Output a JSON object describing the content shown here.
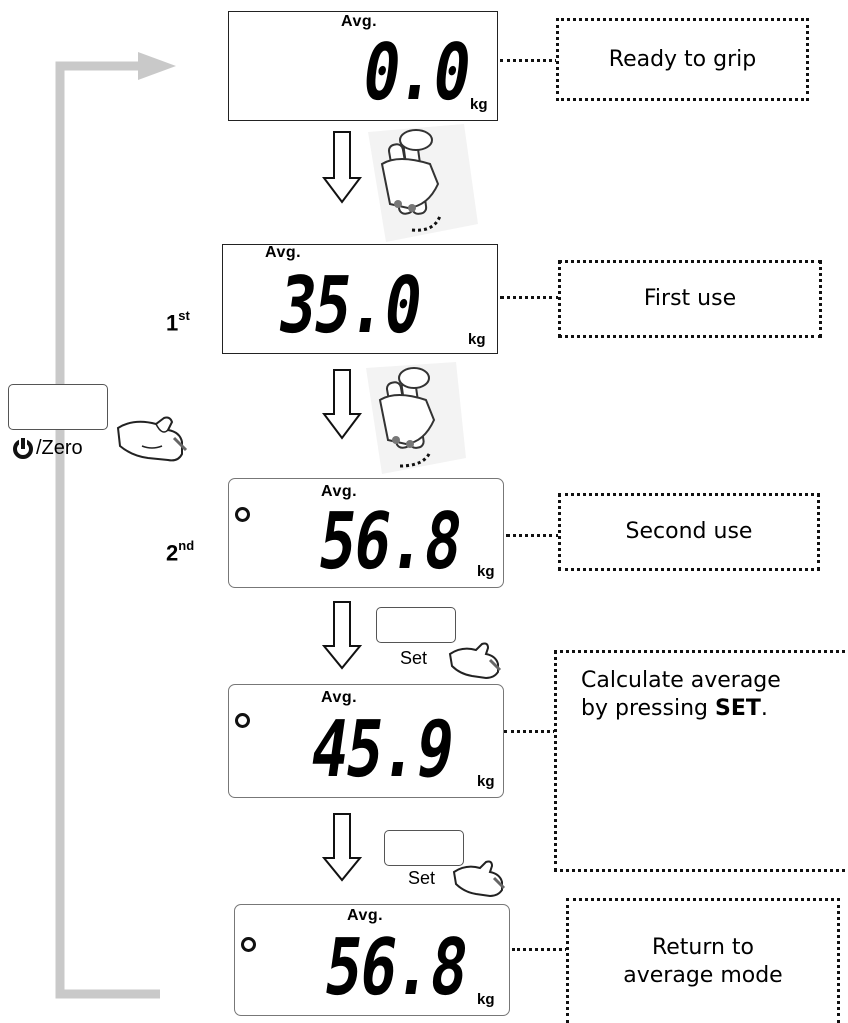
{
  "displays": [
    {
      "avg": "Avg.",
      "value": "0.0",
      "unit": "kg"
    },
    {
      "avg": "Avg.",
      "value": "35.0",
      "unit": "kg"
    },
    {
      "avg": "Avg.",
      "value": "56.8",
      "unit": "kg"
    },
    {
      "avg": "Avg.",
      "value": "45.9",
      "unit": "kg"
    },
    {
      "avg": "Avg.",
      "value": "56.8",
      "unit": "kg"
    }
  ],
  "callouts": {
    "ready": "Ready to grip",
    "first": "First use",
    "second": "Second use",
    "calc_line1": "Calculate average",
    "calc_line2_prefix": "by pressing ",
    "calc_line2_bold": "SET",
    "calc_line2_suffix": ".",
    "return_line1": "Return to",
    "return_line2": "average mode"
  },
  "ordinals": {
    "first_num": "1",
    "first_sup": "st",
    "second_num": "2",
    "second_sup": "nd"
  },
  "buttons": {
    "power_zero": "/Zero",
    "set_1": "Set",
    "set_2": "Set"
  }
}
